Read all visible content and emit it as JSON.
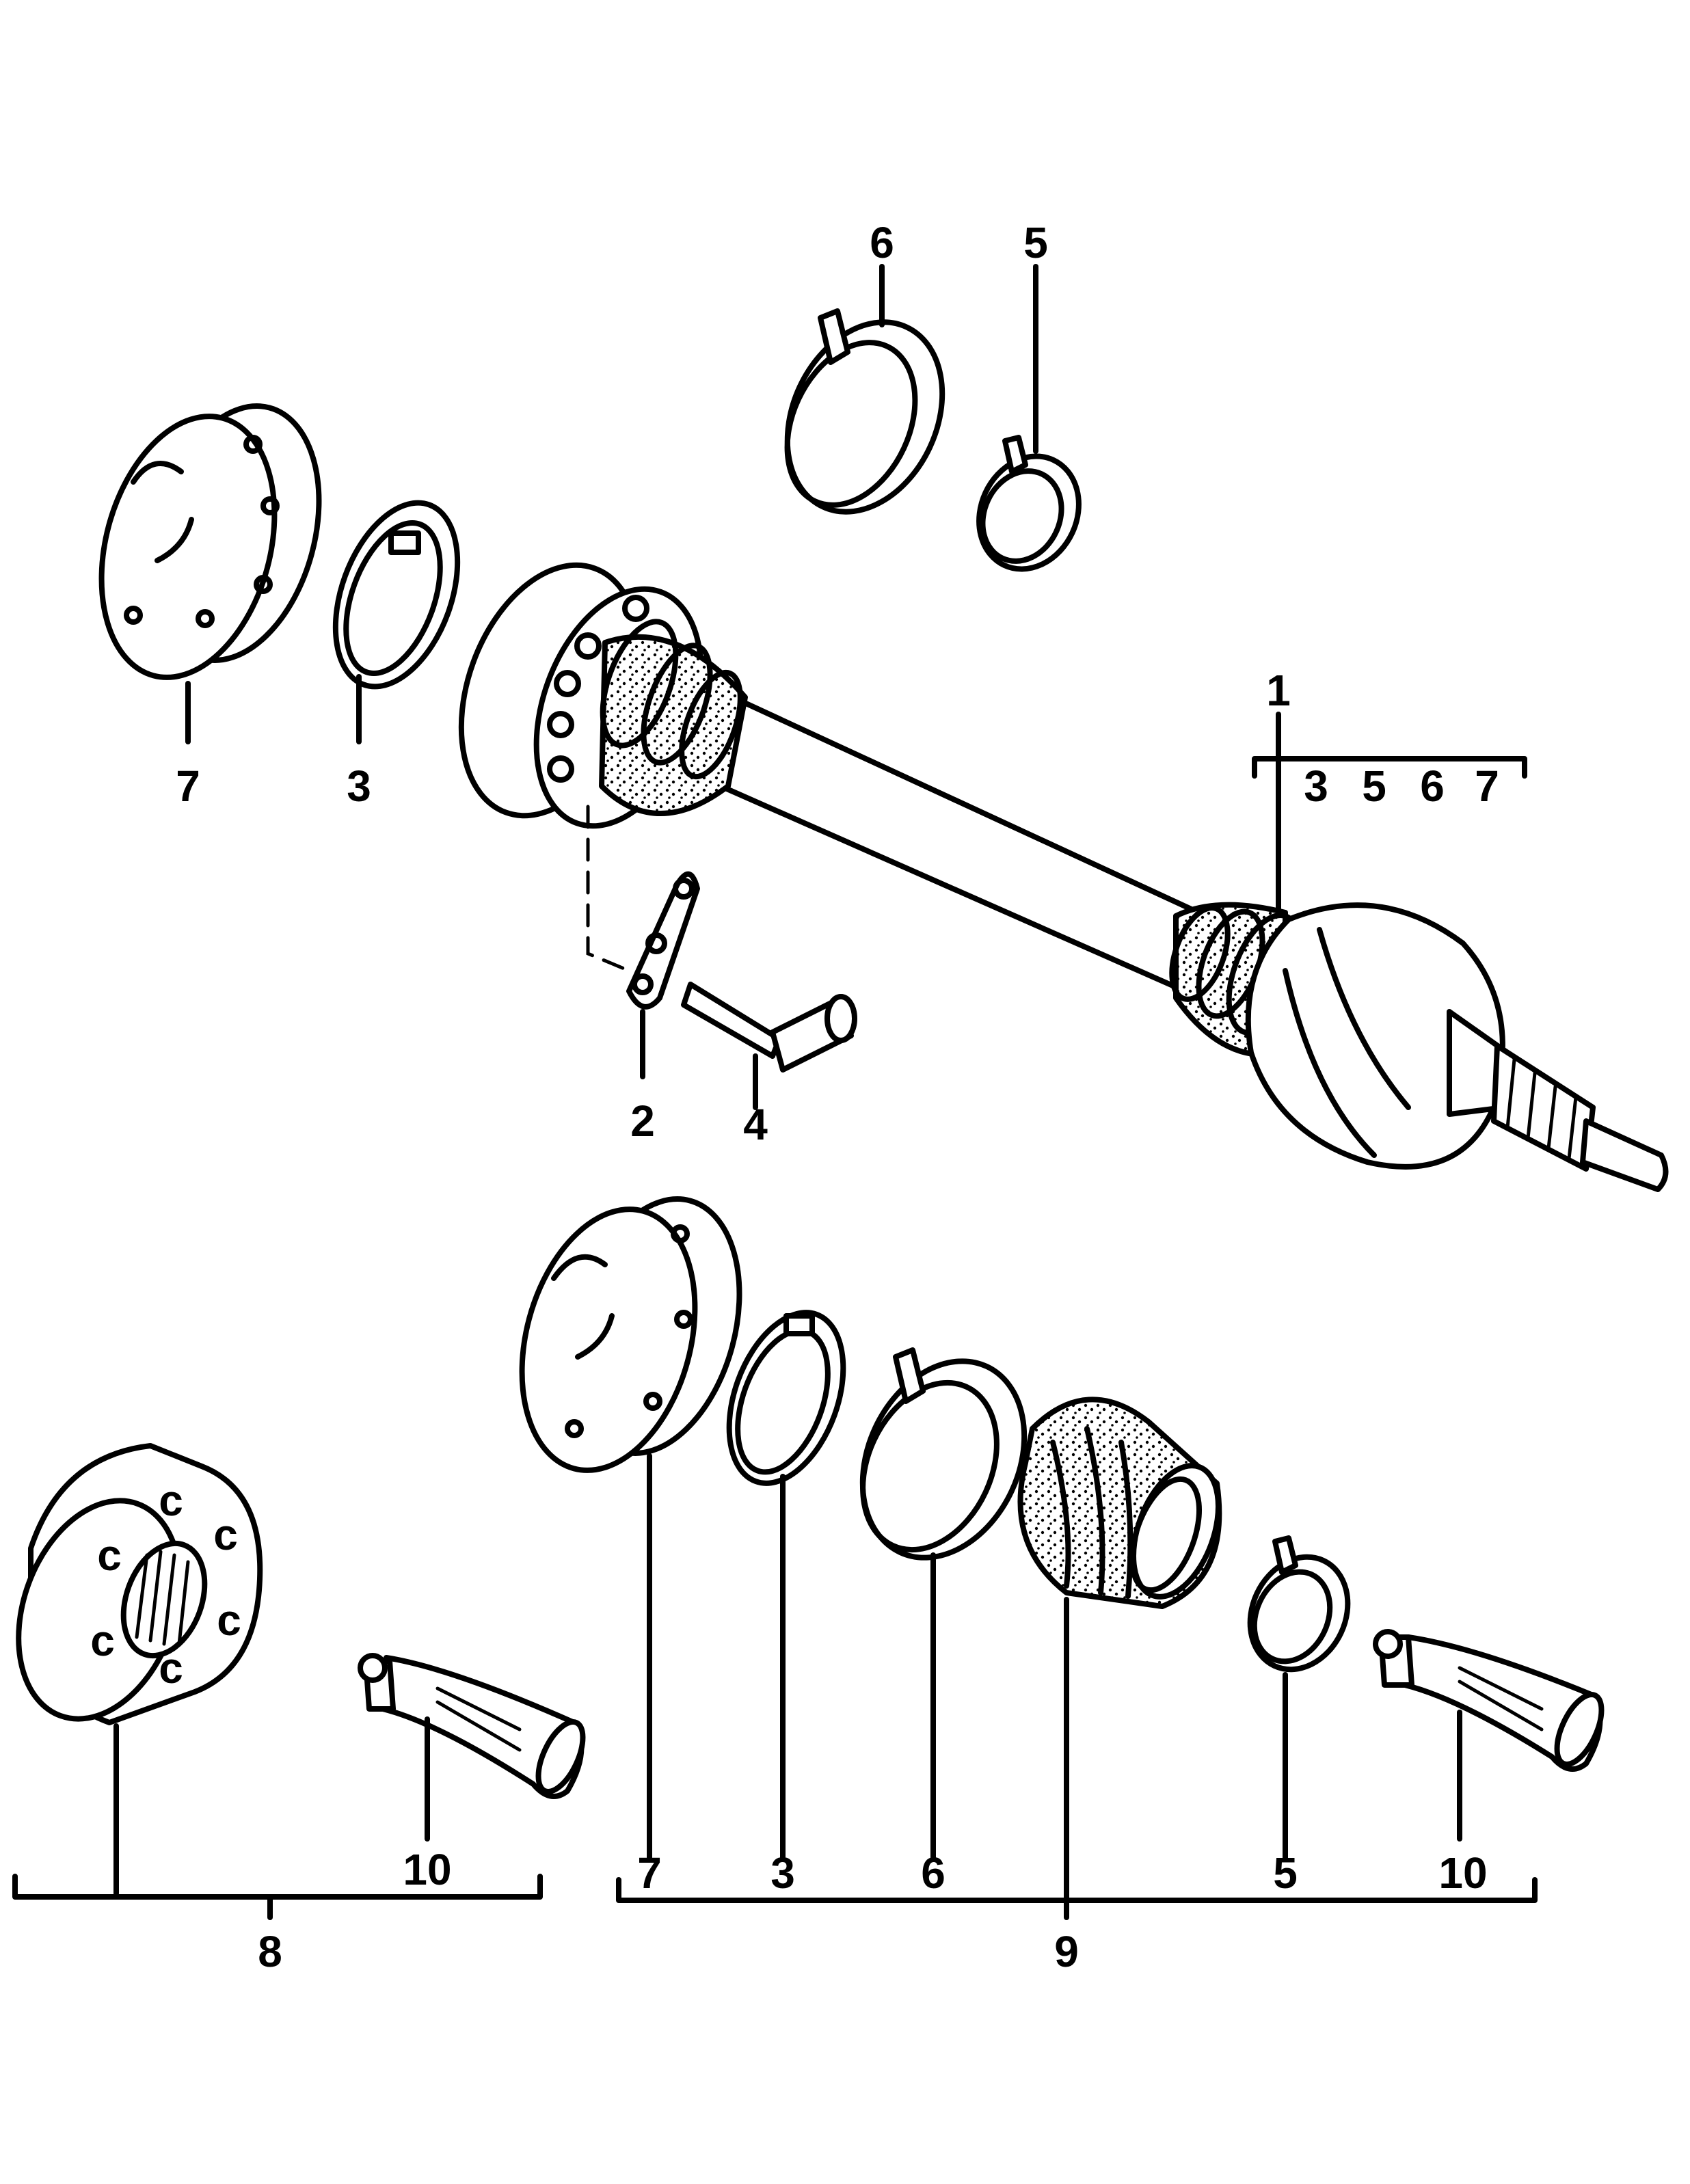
{
  "callouts": {
    "assembly_kit": "1",
    "kit_contents": [
      "3",
      "5",
      "6",
      "7"
    ],
    "securing_plate": "2",
    "circlip_top": "3",
    "socket_bolt": "4",
    "clamp_small_top": "5",
    "clamp_large_top": "6",
    "cap_top": "7",
    "cv_joint_kit": "8",
    "boot_kit": "9",
    "grease_tube_left": "10",
    "cap_bottom": "7",
    "circlip_bottom": "3",
    "clamp_large_bottom": "6",
    "clamp_small_bottom": "5",
    "grease_tube_right": "10"
  }
}
